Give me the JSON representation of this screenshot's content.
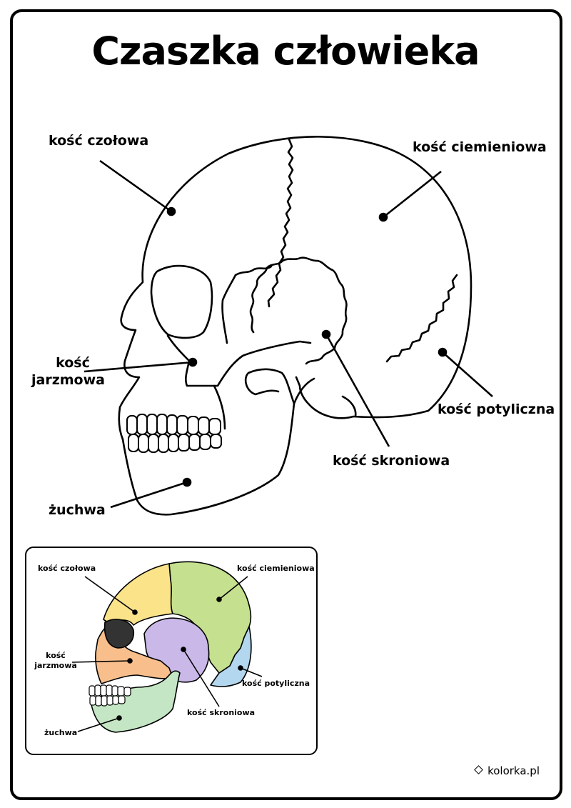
{
  "title": "Czaszka człowieka",
  "main_labels": {
    "frontal": "kość czołowa",
    "parietal": "kość ciemieniowa",
    "zygomatic_1": "kość",
    "zygomatic_2": "jarzmowa",
    "occipital": "kość potyliczna",
    "temporal": "kość skroniowa",
    "mandible": "żuchwa"
  },
  "inset_labels": {
    "frontal": "kość czołowa",
    "parietal": "kość ciemieniowa",
    "zygomatic_1": "kość",
    "zygomatic_2": "jarzmowa",
    "occipital": "kość potyliczna",
    "temporal": "kość skroniowa",
    "mandible": "żuchwa"
  },
  "colors": {
    "frontal": "#fbe38a",
    "parietal": "#c5e08e",
    "temporal": "#c9b8e8",
    "occipital": "#b3d7ee",
    "zygomatic": "#f8bf8c",
    "mandible": "#c4e6c4",
    "orbit": "#333333"
  },
  "footer": {
    "icon": "diamond-icon",
    "text": "kolorka.pl"
  }
}
